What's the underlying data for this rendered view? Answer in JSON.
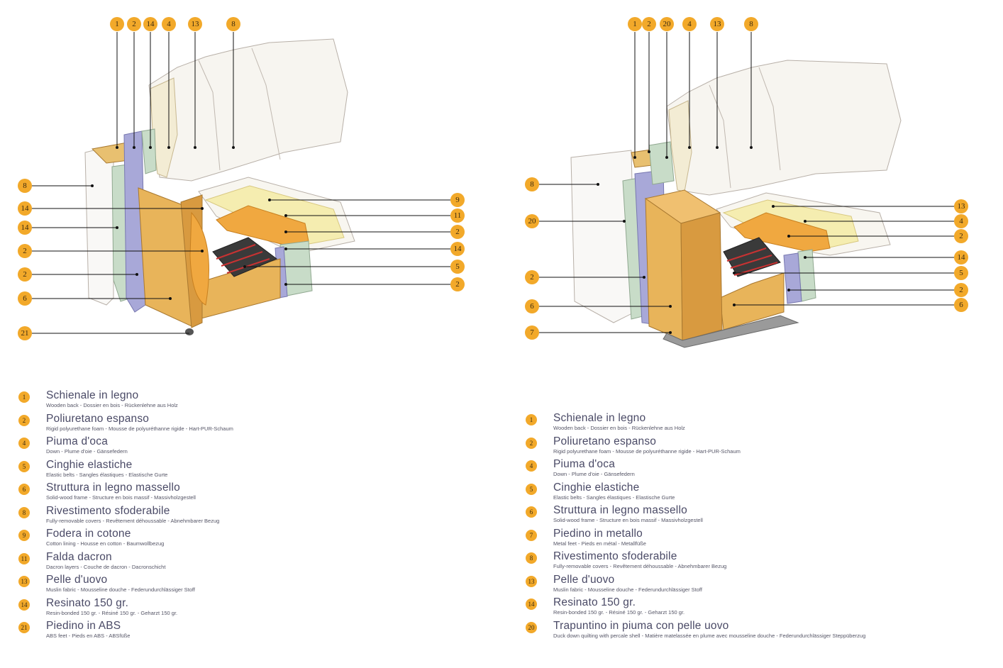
{
  "left_diagram": {
    "top_callouts": [
      "1",
      "2",
      "14",
      "4",
      "13",
      "8"
    ],
    "left_callouts": [
      "8",
      "14",
      "14",
      "2",
      "2",
      "6",
      "21"
    ],
    "right_callouts": [
      "9",
      "11",
      "2",
      "14",
      "5",
      "2"
    ]
  },
  "right_diagram": {
    "top_callouts": [
      "1",
      "2",
      "20",
      "4",
      "13",
      "8"
    ],
    "left_callouts": [
      "8",
      "20",
      "2",
      "6",
      "7"
    ],
    "right_callouts": [
      "13",
      "4",
      "2",
      "14",
      "5",
      "2",
      "6"
    ]
  },
  "left_legend": [
    {
      "num": "1",
      "title": "Schienale in legno",
      "sub": "Wooden back - Dossier en bois - Rückenlehne aus Holz"
    },
    {
      "num": "2",
      "title": "Poliuretano espanso",
      "sub": "Rigid polyurethane foam - Mousse de polyuréthanne rigide - Hart-PUR-Schaum"
    },
    {
      "num": "4",
      "title": "Piuma d'oca",
      "sub": "Down - Plume d'oie - Gänsefedern"
    },
    {
      "num": "5",
      "title": "Cinghie elastiche",
      "sub": "Elastic belts - Sangles élastiques - Elastische Gurte"
    },
    {
      "num": "6",
      "title": "Struttura in legno massello",
      "sub": "Solid-wood frame - Structure en bois massif - Massivholzgestell"
    },
    {
      "num": "8",
      "title": "Rivestimento sfoderabile",
      "sub": "Fully-removable covers - Revêtement déhoussable - Abnehmbarer Bezug"
    },
    {
      "num": "9",
      "title": "Fodera in cotone",
      "sub": "Cotton lining - Housse en cotton - Baumwollbezug"
    },
    {
      "num": "11",
      "title": "Falda dacron",
      "sub": "Dacron layers - Couche de dacron - Dacronschicht"
    },
    {
      "num": "13",
      "title": "Pelle d'uovo",
      "sub": "Muslin fabric - Mousseline douche - Federundurchlässiger Stoff"
    },
    {
      "num": "14",
      "title": "Resinato 150 gr.",
      "sub": "Resin-bonded 150 gr. - Résiné 150 gr. - Geharzt 150 gr."
    },
    {
      "num": "21",
      "title": "Piedino in ABS",
      "sub": "ABS feet - Pieds en ABS - ABSfüße"
    }
  ],
  "right_legend": [
    {
      "num": "1",
      "title": "Schienale in legno",
      "sub": "Wooden back - Dossier en bois - Rückenlehne aus Holz"
    },
    {
      "num": "2",
      "title": "Poliuretano espanso",
      "sub": "Rigid polyurethane foam - Mousse de polyuréthanne rigide - Hart-PUR-Schaum"
    },
    {
      "num": "4",
      "title": "Piuma d'oca",
      "sub": "Down - Plume d'oie - Gänsefedern"
    },
    {
      "num": "5",
      "title": "Cinghie elastiche",
      "sub": "Elastic belts - Sangles élastiques - Elastische Gurte"
    },
    {
      "num": "6",
      "title": "Struttura in legno massello",
      "sub": "Solid-wood frame - Structure en bois massif - Massivholzgestell"
    },
    {
      "num": "7",
      "title": "Piedino in metallo",
      "sub": "Metal feet - Pieds en métal - Metallfüße"
    },
    {
      "num": "8",
      "title": "Rivestimento sfoderabile",
      "sub": "Fully-removable covers - Revêtement déhoussable - Abnehmbarer Bezug"
    },
    {
      "num": "13",
      "title": "Pelle d'uovo",
      "sub": "Muslin fabric - Mousseline douche - Federundurchlässiger Stoff"
    },
    {
      "num": "14",
      "title": "Resinato 150 gr.",
      "sub": "Resin-bonded 150 gr. - Résiné 150 gr. - Geharzt 150 gr."
    },
    {
      "num": "20",
      "title": "Trapuntino in piuma con  pelle uovo",
      "sub": "Duck down quilting with percale shell  - Matière matelassée en plume avec mousseline douche - Federundurchlässiger Steppüberzug"
    }
  ],
  "colors": {
    "badge": "#f2a92a",
    "wood": "#e8b45a",
    "foam": "#f0a840",
    "resin_blue": "#a8a8d8",
    "resin_green": "#c8dcc8",
    "dacron": "#f5edb0",
    "belt_red": "#c83232"
  }
}
